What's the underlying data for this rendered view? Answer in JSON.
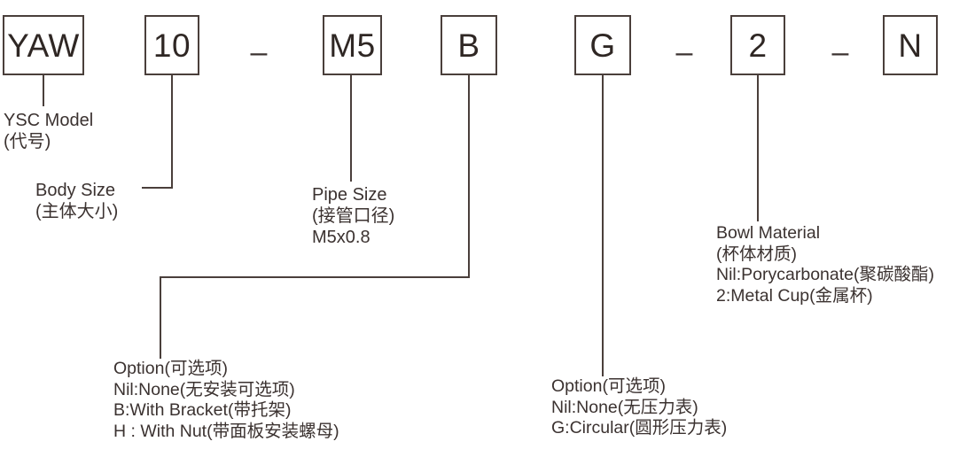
{
  "diagram": {
    "title": "YAW Model Code Designation",
    "line_color": "#4a3f3b",
    "text_color": "#3b3230",
    "background": "#ffffff"
  },
  "code_boxes": [
    {
      "id": "model",
      "value": "YAW"
    },
    {
      "id": "body-size",
      "value": "10"
    },
    {
      "id": "pipe-size",
      "value": "M5"
    },
    {
      "id": "option-mount",
      "value": "B"
    },
    {
      "id": "option-gauge",
      "value": "G"
    },
    {
      "id": "bowl-material",
      "value": "2"
    },
    {
      "id": "suffix",
      "value": "N"
    }
  ],
  "separators": [
    {
      "id": "sep-1",
      "value": "–"
    },
    {
      "id": "sep-2",
      "value": "–"
    },
    {
      "id": "sep-3",
      "value": "–"
    }
  ],
  "callouts": {
    "model": {
      "line1": "YSC Model",
      "line2": "(代号)"
    },
    "body_size": {
      "line1": "Body Size",
      "line2": "(主体大小)"
    },
    "pipe_size": {
      "line1": "Pipe Size",
      "line2": "(接管口径)",
      "line3": "M5x0.8"
    },
    "bowl_material": {
      "line1": "Bowl Material",
      "line2": "(杯体材质)",
      "line3": "Nil:Porycarbonate(聚碳酸酯)",
      "line4": "2:Metal Cup(金属杯)"
    },
    "option_mount": {
      "line1": "Option(可选项)",
      "line2": "Nil:None(无安装可选项)",
      "line3": "B:With Bracket(带托架)",
      "line4": "H : With Nut(带面板安装螺母)"
    },
    "option_gauge": {
      "line1": "Option(可选项)",
      "line2": "Nil:None(无压力表)",
      "line3": "G:Circular(圆形压力表)"
    }
  }
}
